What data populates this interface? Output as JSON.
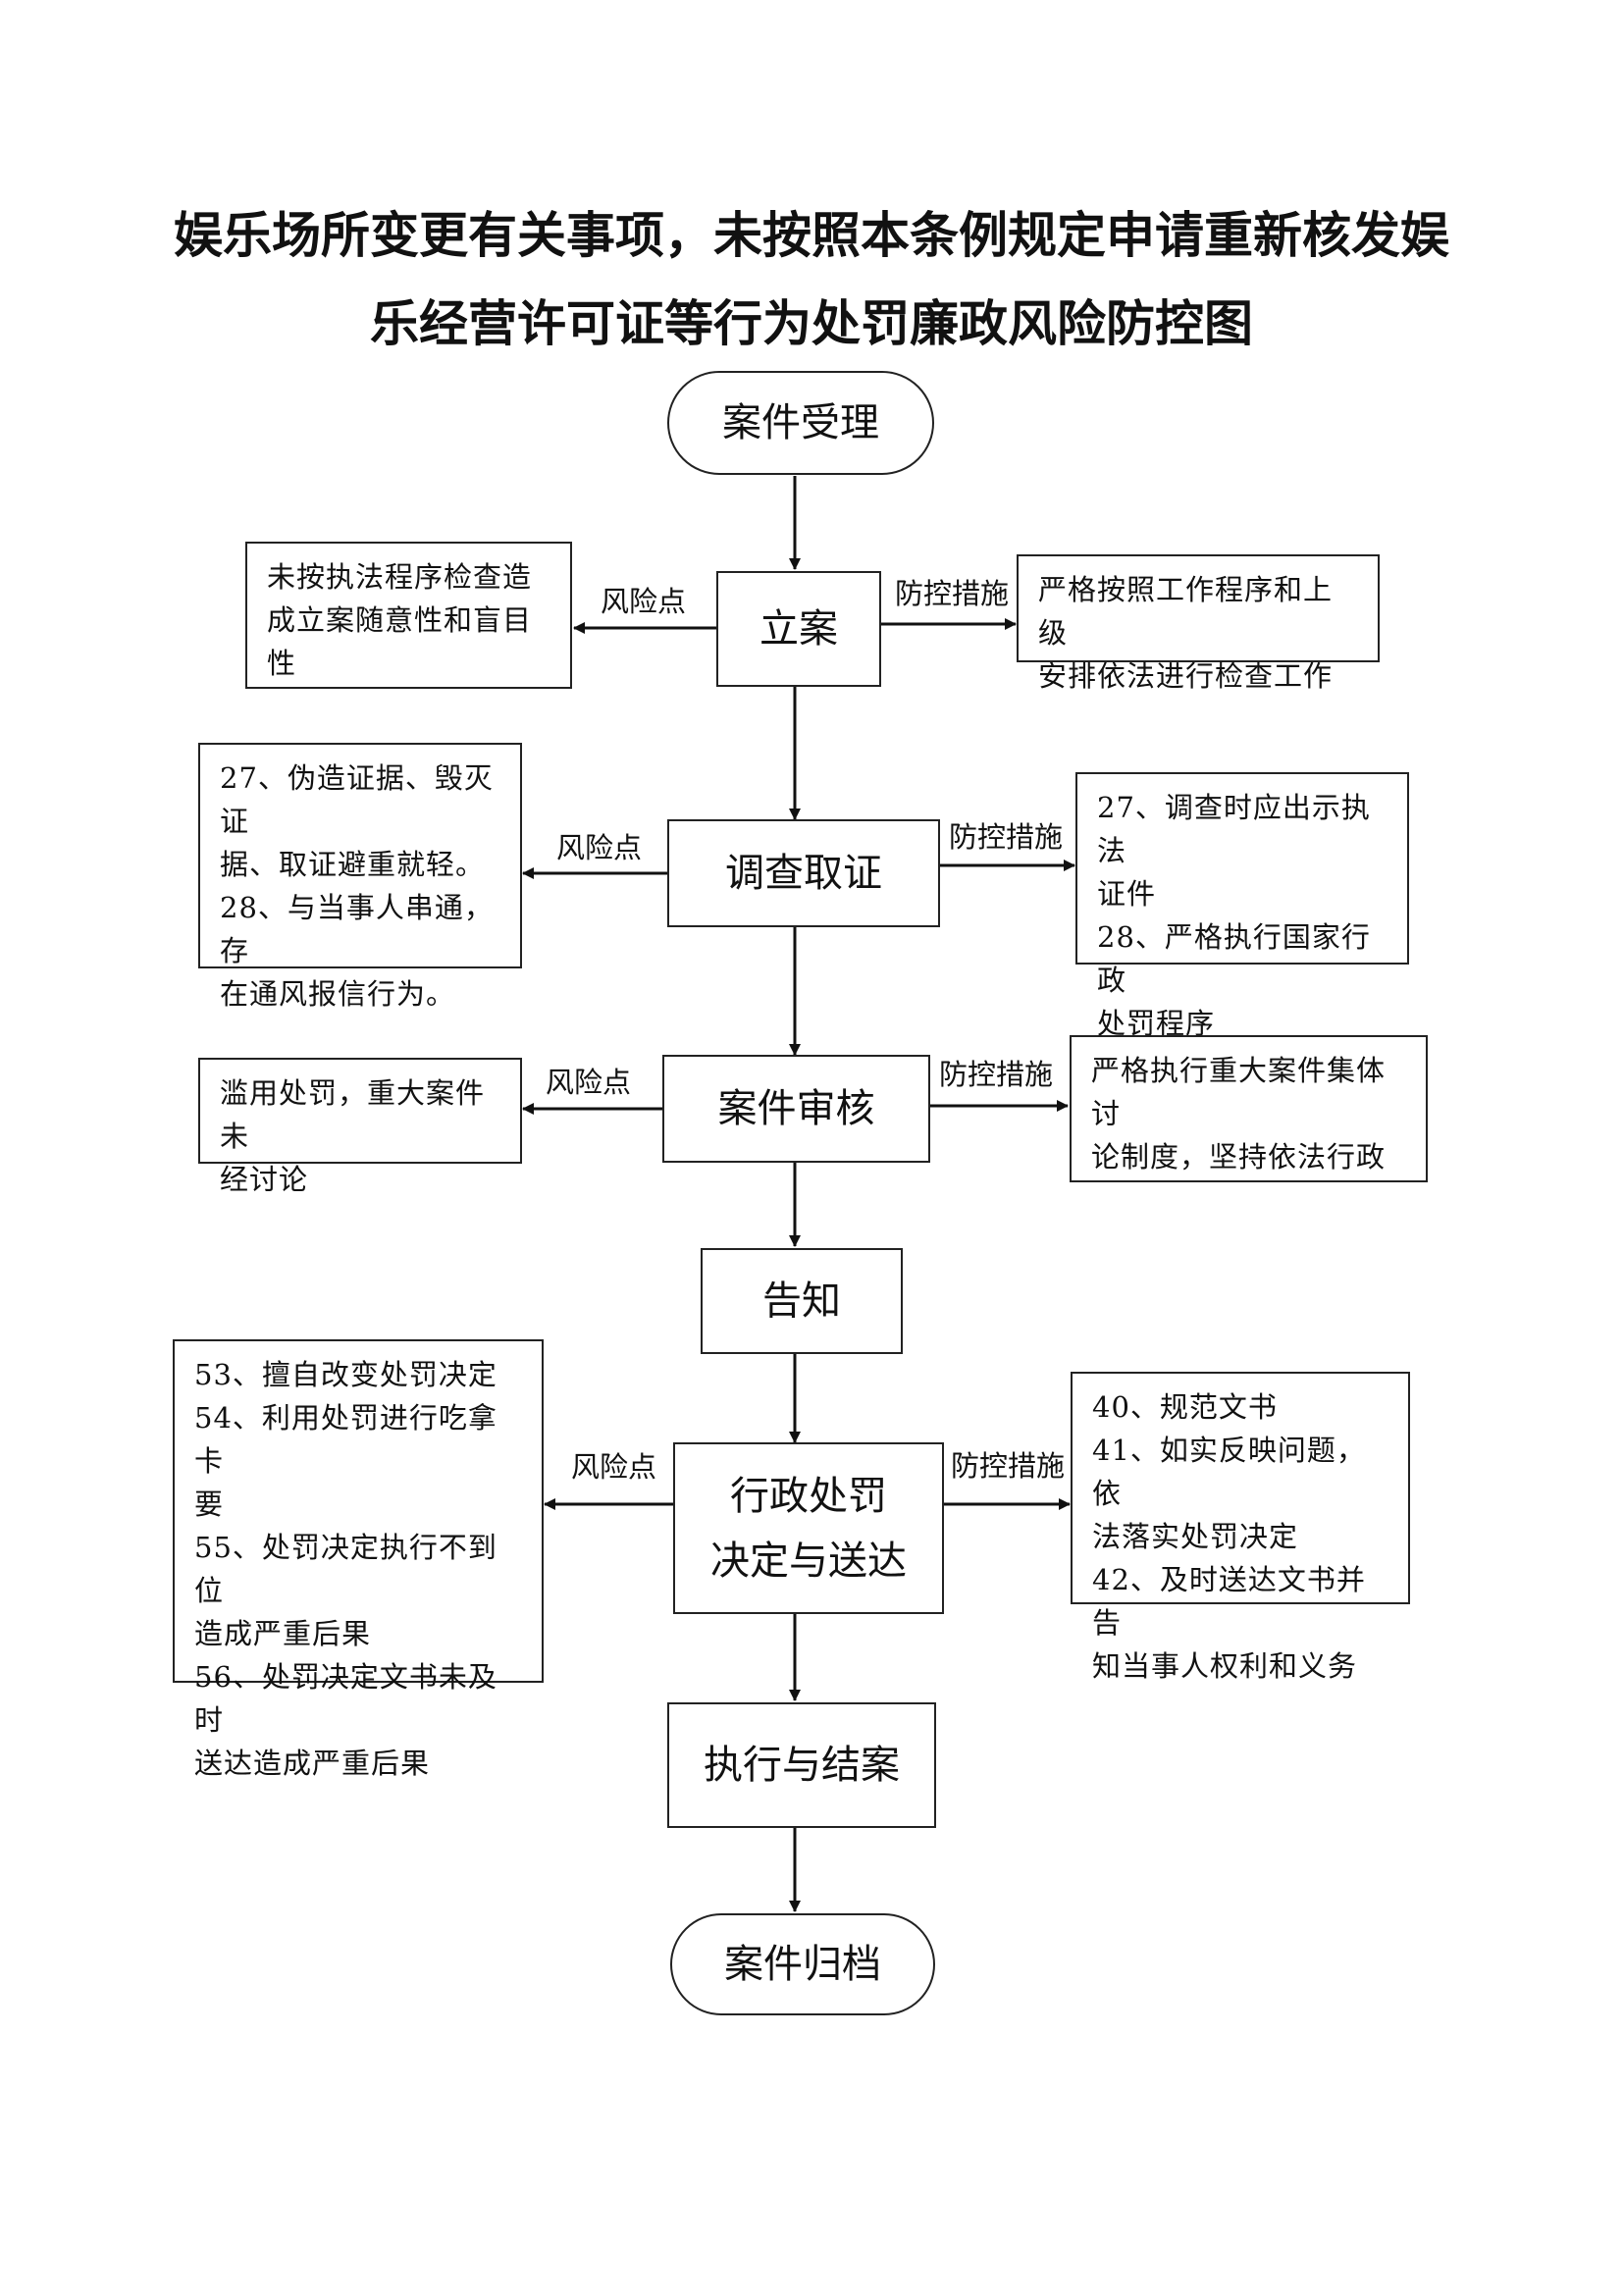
{
  "title": {
    "line1": "娱乐场所变更有关事项，未按照本条例规定申请重新核发娱",
    "line2": "乐经营许可证等行为处罚廉政风险防控图"
  },
  "nodes": {
    "accept": "案件受理",
    "filing": "立案",
    "investigate": "调查取证",
    "review": "案件审核",
    "notify": "告知",
    "decision": "行政处罚\n决定与送达",
    "execute": "执行与结案",
    "archive": "案件归档"
  },
  "edge_labels": {
    "risk": "风险点",
    "control": "防控措施"
  },
  "risks": {
    "filing": "未按执法程序检查造\n成立案随意性和盲目\n性",
    "investigate": "27、伪造证据、毁灭证\n据、取证避重就轻。\n28、与当事人串通，存\n在通风报信行为。",
    "review": "滥用处罚，重大案件未\n经讨论",
    "decision": "53、擅自改变处罚决定\n54、利用处罚进行吃拿卡\n要\n55、处罚决定执行不到位\n造成严重后果\n56、处罚决定文书未及时\n送达造成严重后果"
  },
  "controls": {
    "filing": "严格按照工作程序和上级\n安排依法进行检查工作",
    "investigate": "27、调查时应出示执法\n证件\n28、严格执行国家行政\n处罚程序",
    "review": "严格执行重大案件集体讨\n论制度，坚持依法行政",
    "decision": "40、规范文书\n41、如实反映问题，依\n法落实处罚决定\n42、及时送达文书并告\n知当事人权利和义务"
  }
}
